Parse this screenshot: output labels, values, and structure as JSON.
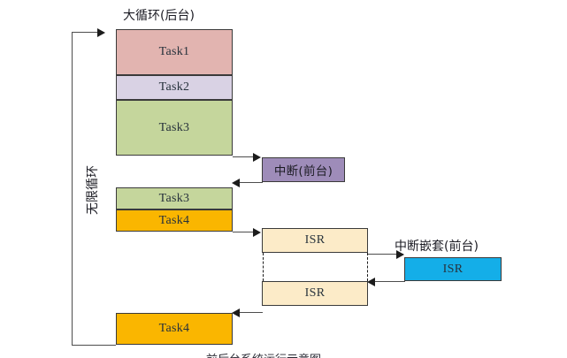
{
  "diagram": {
    "title": "大循环(后台)",
    "nested_label": "中断嵌套(前台)",
    "loop_label": "无限循环",
    "bottom_caption": "前后台系统运行示意图",
    "colors": {
      "task1": "#E2B4B0",
      "task2": "#D9D2E4",
      "task3": "#C5D69C",
      "task4": "#FAB600",
      "interrupt": "#9E8CB9",
      "isr": "#FCEBC8",
      "isr_nested": "#14AEE8",
      "stroke": "#3a3a3a",
      "line": "#4d4d4d",
      "background": "#FFFFFF"
    },
    "main_blocks": [
      {
        "name": "task1",
        "label": "Task1",
        "fill": "#E2B4B0"
      },
      {
        "name": "task2",
        "label": "Task2",
        "fill": "#D9D2E4"
      },
      {
        "name": "task3-first",
        "label": "Task3",
        "fill": "#C5D69C"
      },
      {
        "name": "task3-second",
        "label": "Task3",
        "fill": "#C5D69C"
      },
      {
        "name": "task4-first",
        "label": "Task4",
        "fill": "#FAB600"
      },
      {
        "name": "task4-second",
        "label": "Task4",
        "fill": "#FAB600"
      }
    ],
    "interrupt_block": {
      "label": "中断(前台)",
      "fill": "#9E8CB9"
    },
    "isr_blocks": [
      {
        "name": "isr-upper",
        "label": "ISR",
        "fill": "#FCEBC8"
      },
      {
        "name": "isr-lower",
        "label": "ISR",
        "fill": "#FCEBC8"
      },
      {
        "name": "isr-nested",
        "label": "ISR",
        "fill": "#14AEE8"
      }
    ]
  }
}
